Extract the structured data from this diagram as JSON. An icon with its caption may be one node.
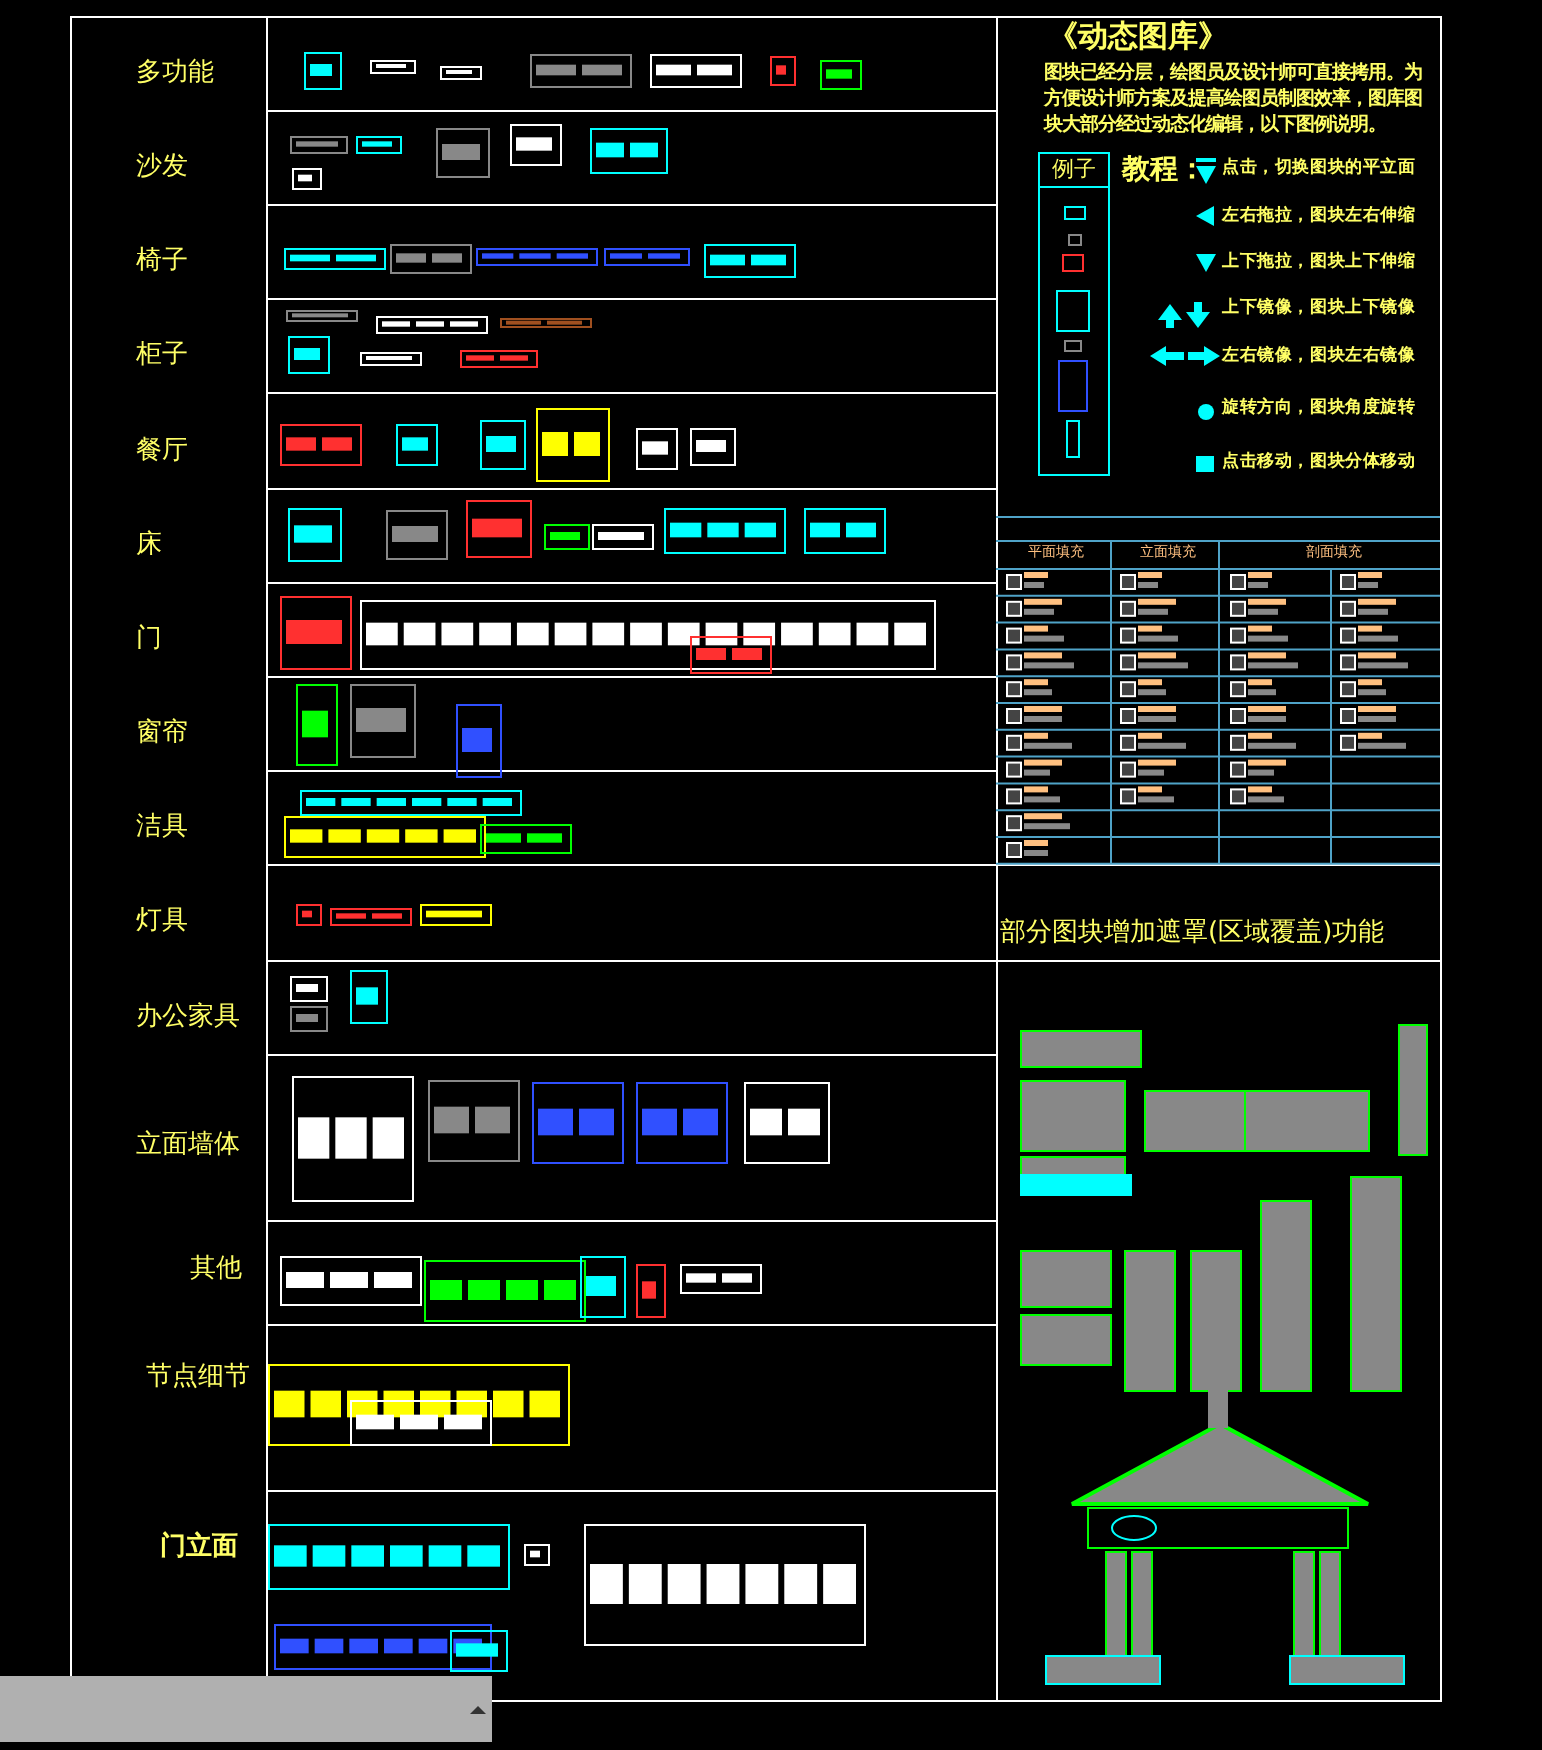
{
  "diagram": {
    "title": "《动态图库》",
    "nodes": [
      {
        "text": [
          "例子"
        ]
      }
    ],
    "labels": [
      "多功能",
      "沙发",
      "椅子",
      "柜子",
      "餐厅",
      "床",
      "门",
      "窗帘",
      "洁具",
      "灯具",
      "办公家具",
      "立面墙体",
      "其他",
      "节点细节",
      "门立面",
      "图块已经分层，绘图员及设计师可直接拷用。为方便设计师方案及提高绘图员制图效率，图库图块大部分经过动态化编辑，以下图例说明。",
      "教程：",
      "点击，切换图块的平立面",
      "左右拖拉，图块左右伸缩",
      "上下拖拉，图块上下伸缩",
      "上下镜像，图块上下镜像",
      "左右镜像，图块左右镜像",
      "旋转方向，图块角度旋转",
      "点击移动，图块分体移动",
      "平面填充",
      "立面填充",
      "剖面填充",
      "部分图块增加遮罩(区域覆盖)功能"
    ]
  }
}
